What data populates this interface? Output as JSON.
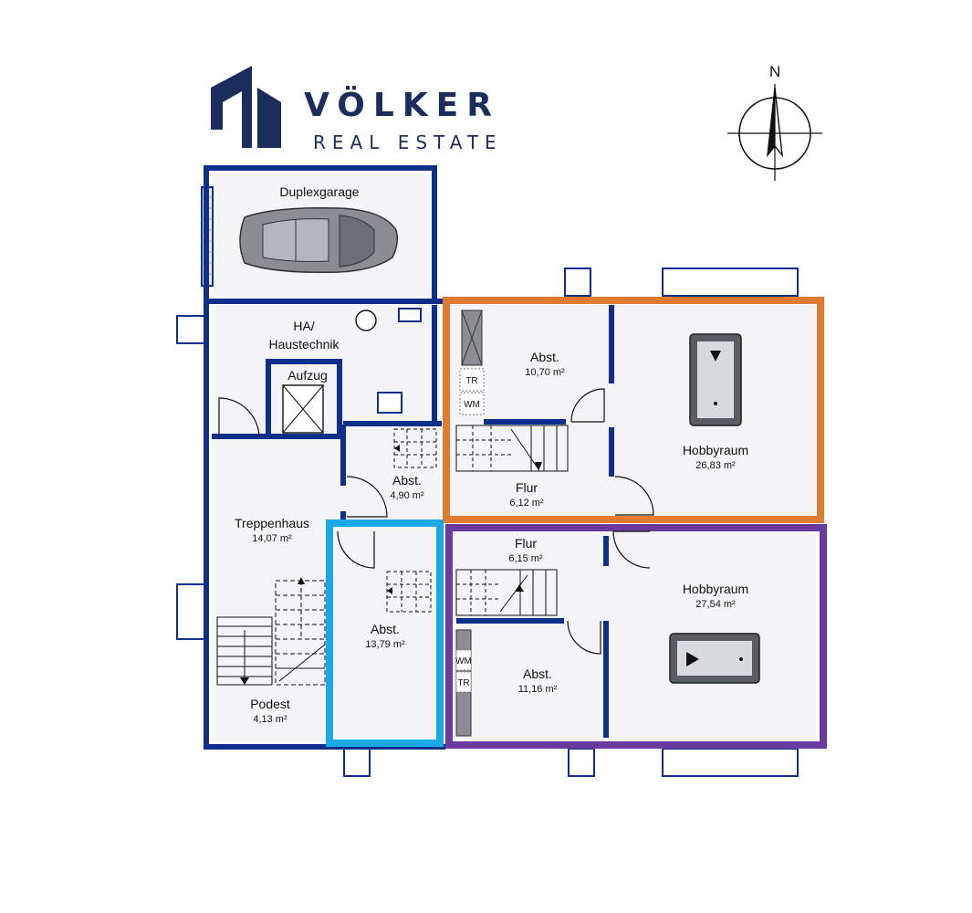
{
  "brand": {
    "name": "VÖLKER",
    "subtitle": "REAL ESTATE"
  },
  "compass": {
    "north": "N"
  },
  "colors": {
    "wall": "#0f2f8c",
    "orange": "#e07b32",
    "cyan": "#1aa9e6",
    "purple": "#6a3a9e",
    "floor": "#f4f4f6",
    "brand": "#1b2d5c"
  },
  "rooms": {
    "duplexgarage": {
      "name": "Duplexgarage"
    },
    "haustechnik": {
      "name1": "HA/",
      "name2": "Haustechnik"
    },
    "aufzug": {
      "name": "Aufzug"
    },
    "abst_490": {
      "name": "Abst.",
      "area": "4,90 m²"
    },
    "treppenhaus": {
      "name": "Treppenhaus",
      "area": "14,07 m²"
    },
    "abst_1379": {
      "name": "Abst.",
      "area": "13,79 m²"
    },
    "podest": {
      "name": "Podest",
      "area": "4,13 m²"
    },
    "abst_1070": {
      "name": "Abst.",
      "area": "10,70 m²"
    },
    "flur_612": {
      "name": "Flur",
      "area": "6,12 m²"
    },
    "hobbyraum_2683": {
      "name": "Hobbyraum",
      "area": "26,83 m²"
    },
    "flur_615": {
      "name": "Flur",
      "area": "6,15 m²"
    },
    "abst_1116": {
      "name": "Abst.",
      "area": "11,16 m²"
    },
    "hobbyraum_2754": {
      "name": "Hobbyraum",
      "area": "27,54 m²"
    }
  },
  "appliances": {
    "tr": "TR",
    "wm": "WM"
  }
}
